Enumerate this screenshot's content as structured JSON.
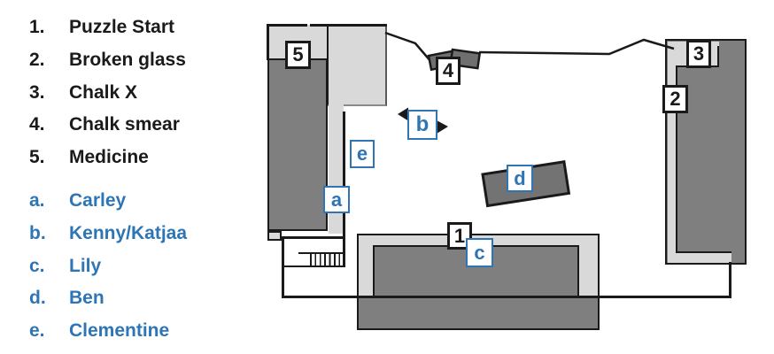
{
  "legend": {
    "numbered": [
      {
        "marker": "1.",
        "label": "Puzzle Start"
      },
      {
        "marker": "2.",
        "label": "Broken glass"
      },
      {
        "marker": "3.",
        "label": "Chalk X"
      },
      {
        "marker": "4.",
        "label": "Chalk smear"
      },
      {
        "marker": "5.",
        "label": "Medicine"
      }
    ],
    "lettered": [
      {
        "marker": "a.",
        "label": "Carley"
      },
      {
        "marker": "b.",
        "label": "Kenny/Katjaa"
      },
      {
        "marker": "c.",
        "label": "Lily"
      },
      {
        "marker": "d.",
        "label": "Ben"
      },
      {
        "marker": "e.",
        "label": "Clementine"
      }
    ]
  },
  "map": {
    "markers": {
      "n1": {
        "label": "1"
      },
      "n2": {
        "label": "2"
      },
      "n3": {
        "label": "3"
      },
      "n4": {
        "label": "4"
      },
      "n5": {
        "label": "5"
      },
      "a": {
        "label": "a"
      },
      "b": {
        "label": "b"
      },
      "c": {
        "label": "c"
      },
      "d": {
        "label": "d"
      },
      "e": {
        "label": "e"
      }
    }
  },
  "colors": {
    "accent_blue": "#2E75B6",
    "dark_gray": "#7F7F7F",
    "light_gray": "#D9D9D9",
    "outline_black": "#1A1A1A"
  }
}
